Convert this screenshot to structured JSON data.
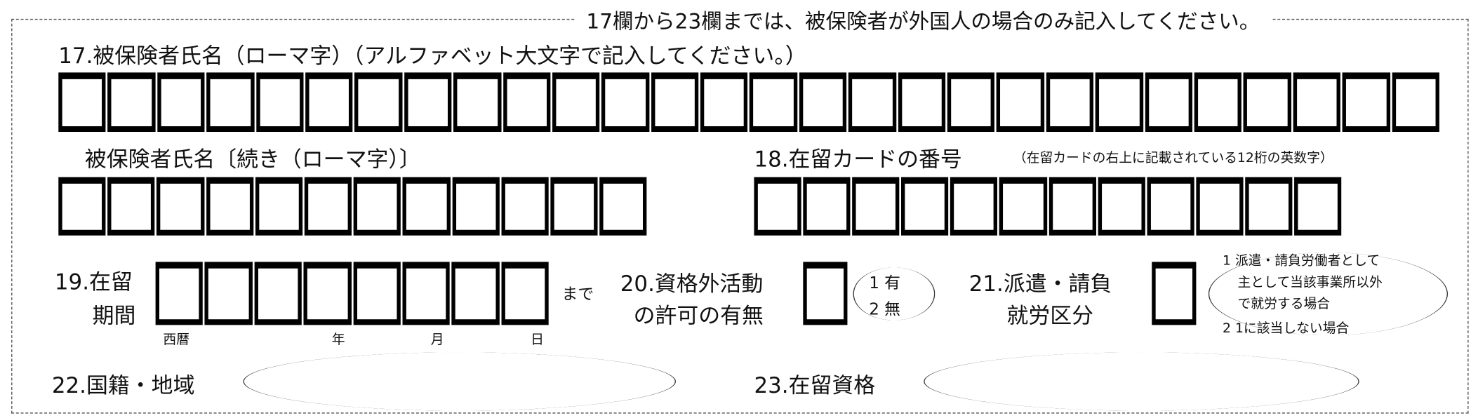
{
  "header": "17欄から23欄までは、被保険者が外国人の場合のみ記入してください。",
  "field17": {
    "label": "17.被保険者氏名（ローマ字）（アルファベット大文字で記入してください。）",
    "cells": 28
  },
  "field17_cont": {
    "label": "被保険者氏名〔続き（ローマ字）〕",
    "cells": 12
  },
  "field18": {
    "label": "18.在留カードの番号",
    "note": "（在留カードの右上に記載されている12桁の英数字）",
    "cells": 12
  },
  "field19": {
    "label_line1": "19.在留",
    "label_line2": "期間",
    "cells": 8,
    "suffix": "まで",
    "era": "西暦",
    "year": "年",
    "month": "月",
    "day": "日"
  },
  "field20": {
    "label_line1": "20.資格外活動",
    "label_line2": "の許可の有無",
    "options": [
      "1 有",
      "2 無"
    ]
  },
  "field21": {
    "label_line1": "21.派遣・請負",
    "label_line2": "就労区分",
    "options": [
      "1 派遣・請負労働者として",
      "主として当該事業所以外",
      "で就労する場合",
      "2 1に該当しない場合"
    ]
  },
  "field22": {
    "label": "22.国籍・地域"
  },
  "field23": {
    "label": "23.在留資格"
  }
}
